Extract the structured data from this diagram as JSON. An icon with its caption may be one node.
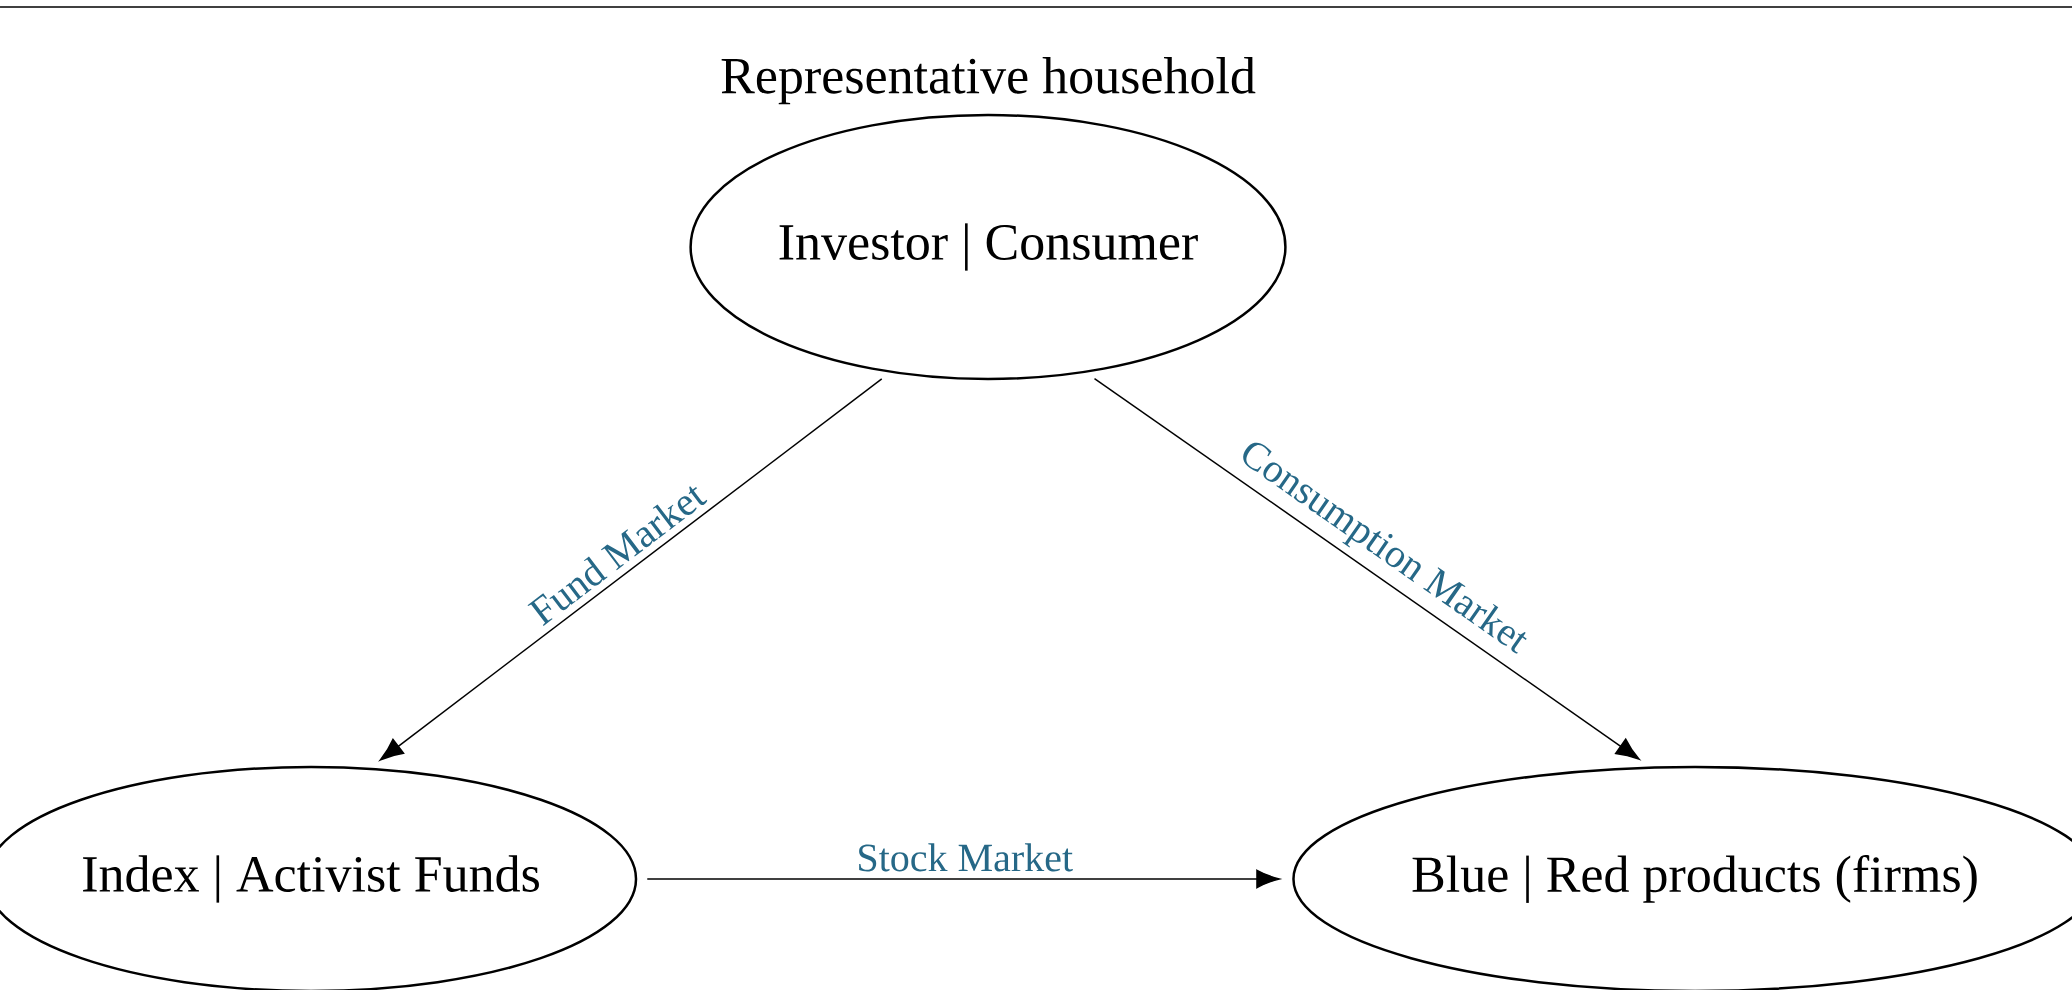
{
  "diagram": {
    "nodes": [
      {
        "text": [
          "Representative household",
          "Investor | Consumer"
        ]
      },
      {
        "text": [
          "Index | Activist Funds"
        ]
      },
      {
        "text": [
          "Blue | Red products (firms)"
        ]
      }
    ],
    "edges": [
      {
        "from": 0,
        "to": 1,
        "arrow": "to",
        "label": "Fund Market"
      },
      {
        "from": 0,
        "to": 2,
        "arrow": "to",
        "label": "Consumption Market"
      },
      {
        "from": 1,
        "to": 2,
        "arrow": "to",
        "label": "Stock Market"
      }
    ]
  }
}
